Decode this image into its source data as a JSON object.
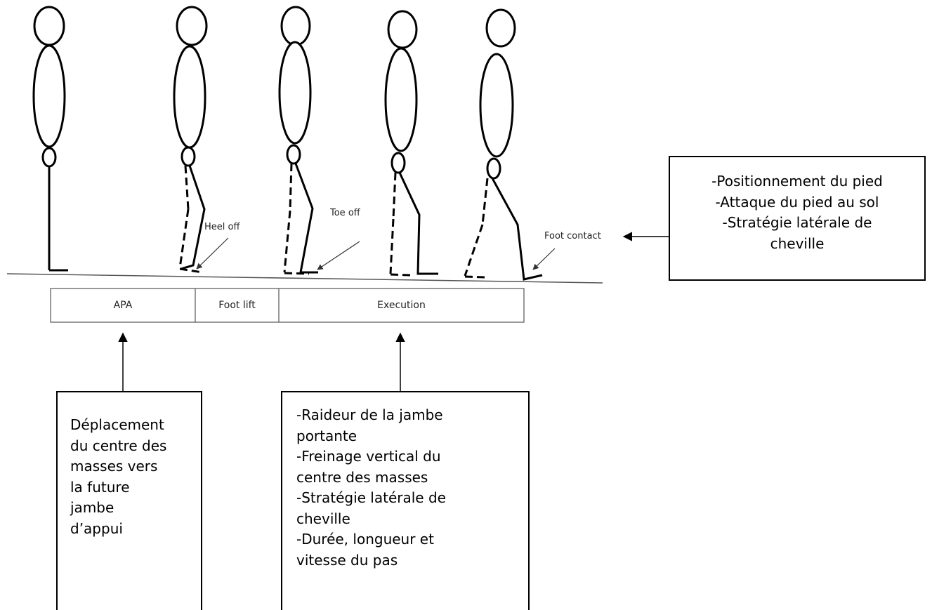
{
  "events": {
    "heel_off": "Heel off",
    "toe_off": "Toe off",
    "foot_contact": "Foot contact"
  },
  "phases": {
    "apa": "APA",
    "foot_lift": "Foot lift",
    "execution": "Execution"
  },
  "boxes": {
    "right": [
      "-Positionnement du pied",
      "-Attaque du pied au sol",
      "-Stratégie latérale de",
      "cheville"
    ],
    "left": [
      "Déplacement",
      "du centre des",
      "masses vers",
      "la future",
      "jambe",
      "d’appui"
    ],
    "middle": [
      "-Raideur de la jambe",
      "portante",
      "-Freinage vertical du",
      "centre des masses",
      "-Stratégie latérale de",
      "cheville",
      "-Durée, longueur et",
      "vitesse du pas"
    ]
  }
}
